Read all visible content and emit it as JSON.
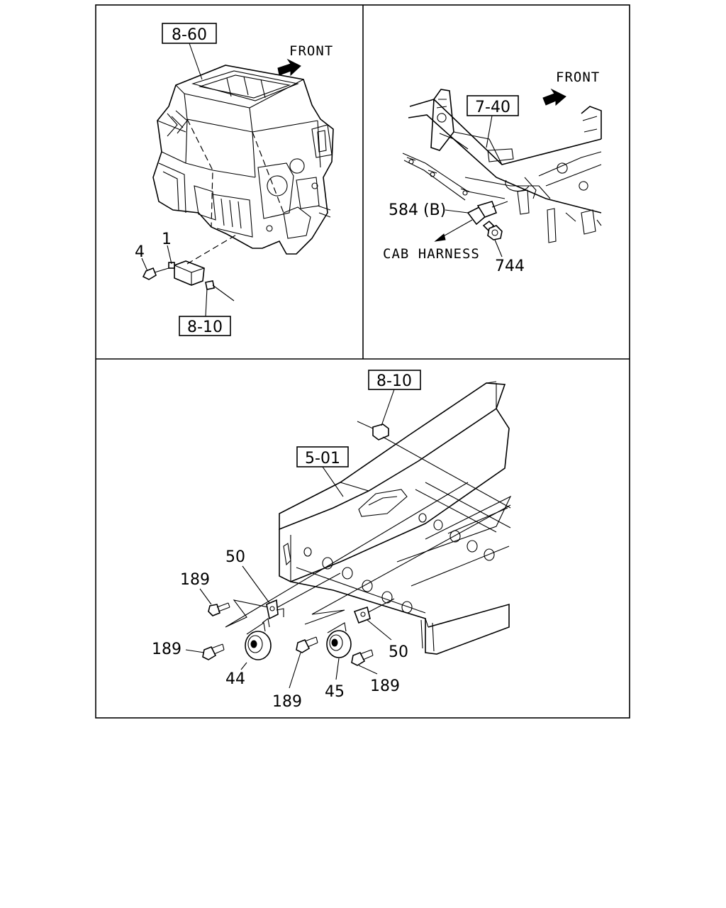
{
  "panels": {
    "top_left": {
      "direction_label": "FRONT",
      "ref_boxes": [
        "8-60",
        "8-10"
      ],
      "callouts": [
        "4",
        "1"
      ]
    },
    "top_right": {
      "direction_label": "FRONT",
      "ref_boxes": [
        "7-40"
      ],
      "callouts": [
        "584 (B)",
        "744"
      ],
      "harness_label": "CAB HARNESS"
    },
    "bottom": {
      "ref_boxes": [
        "8-10",
        "5-01"
      ],
      "callouts": [
        "50",
        "189",
        "189",
        "44",
        "189",
        "45",
        "189",
        "50"
      ]
    }
  },
  "icons": [
    "front-arrow-icon"
  ]
}
